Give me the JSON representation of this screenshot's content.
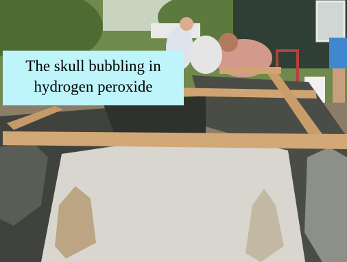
{
  "photo": {
    "subject": "excavation-site-with-wooden-frame"
  },
  "caption": {
    "line1": "The skull bubbling in",
    "line2": "hydrogen peroxide",
    "background": "#bef5fa"
  }
}
